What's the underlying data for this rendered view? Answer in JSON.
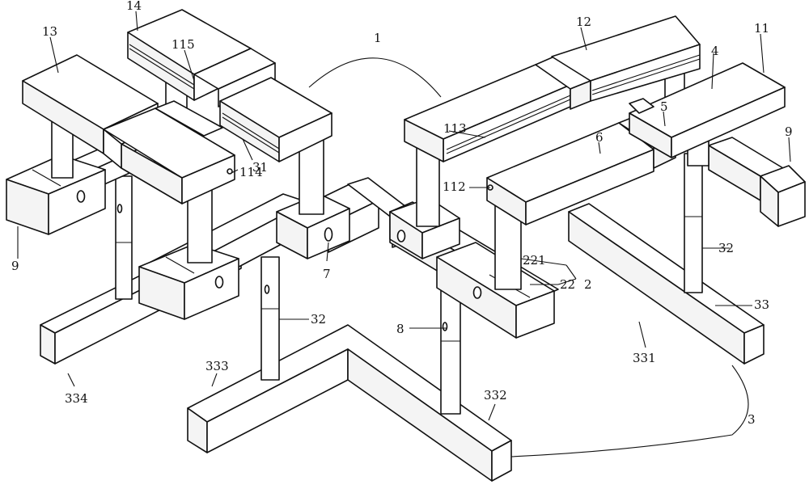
{
  "labels": {
    "l1": "1",
    "l2": "2",
    "l3": "3",
    "l4": "4",
    "l5": "5",
    "l6": "6",
    "l7": "7",
    "l8": "8",
    "l9a": "9",
    "l9b": "9",
    "l11": "11",
    "l12": "12",
    "l13": "13",
    "l14": "14",
    "l32a": "32",
    "l32b": "32",
    "l33": "33",
    "l112": "112",
    "l113": "113",
    "l114": "114",
    "l115": "115",
    "l221": "221",
    "l22": "22",
    "l31": "31",
    "l331": "331",
    "l332": "332",
    "l333": "333",
    "l334": "334"
  },
  "colors": {
    "line": "#111111",
    "face": "#ffffff",
    "shade": "#f4f4f4"
  }
}
